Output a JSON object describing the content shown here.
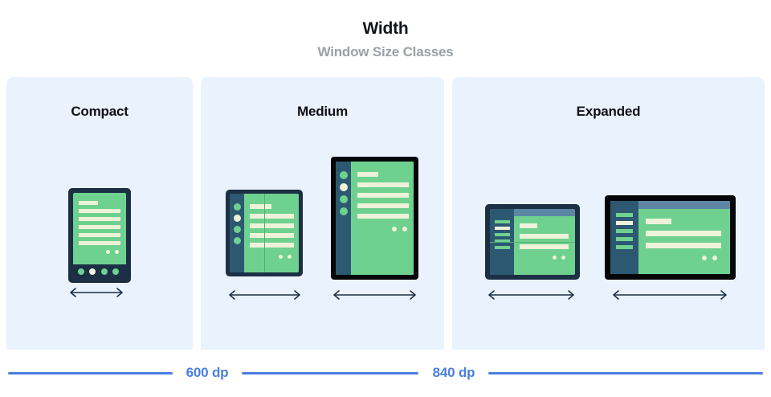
{
  "header": {
    "title": "Width",
    "subtitle": "Window Size Classes"
  },
  "panels": [
    {
      "id": "compact",
      "label": "Compact"
    },
    {
      "id": "medium",
      "label": "Medium"
    },
    {
      "id": "expanded",
      "label": "Expanded"
    }
  ],
  "breakpoints": [
    {
      "label": "600 dp"
    },
    {
      "label": "840 dp"
    }
  ],
  "colors": {
    "panel_bg": "#eaf2fd",
    "device_frame_navy": "#1b2f45",
    "device_frame_black": "#050608",
    "screen_green": "#6fd190",
    "sidebar_blue": "#2d5871",
    "content_cream": "#eef2d8",
    "top_strip": "#5d86a5",
    "accent_blue": "#4a7fe0",
    "title_black": "#111418",
    "subtitle_gray": "#9aa0a6",
    "arrow_navy": "#1b2f45"
  },
  "devices": {
    "phone": {
      "name": "phone",
      "orientation": "portrait",
      "panel": "compact"
    },
    "foldable_portrait": {
      "name": "foldable",
      "orientation": "portrait",
      "panel": "medium"
    },
    "tablet_portrait": {
      "name": "tablet",
      "orientation": "portrait",
      "panel": "medium"
    },
    "foldable_landscape": {
      "name": "foldable",
      "orientation": "landscape",
      "panel": "expanded"
    },
    "tablet_landscape": {
      "name": "tablet",
      "orientation": "landscape",
      "panel": "expanded"
    }
  }
}
